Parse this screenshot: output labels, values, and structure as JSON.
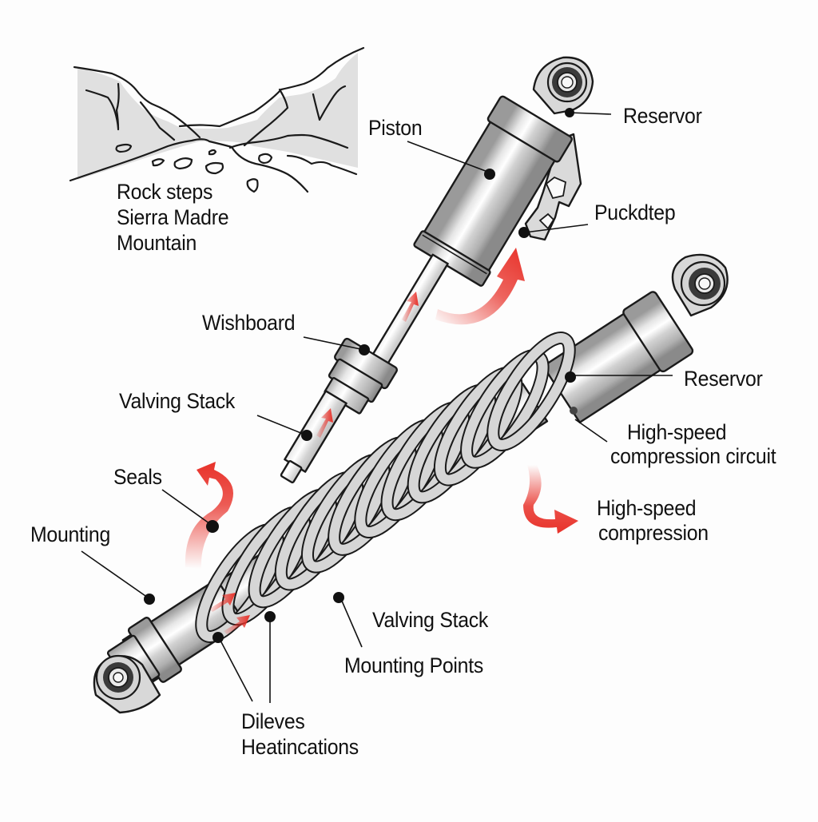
{
  "diagram": {
    "subject": "Coilover shock absorber components",
    "colors": {
      "flow_arrow": "#e8322a",
      "metal_light": "#f2f2f2",
      "metal_mid": "#c9c9c9",
      "metal_dark": "#8f8f8f",
      "terrain_fill": "#e0e0e0",
      "outline": "#1a1a1a"
    },
    "terrain_inset": {
      "caption_lines": [
        "Rock steps",
        "Sierra Madre",
        "Mountain"
      ]
    },
    "labels": {
      "piston": "Piston",
      "reservor_top": "Reservor",
      "puckdtep": "Puckdtep",
      "wishboard": "Wishboard",
      "valving_stack_upper": "Valving Stack",
      "reservor_lower": "Reservor",
      "hs_circuit_line1": "High-speed",
      "hs_circuit_line2": "compression circuit",
      "hs_compression_line1": "High-speed",
      "hs_compression_line2": "compression",
      "seals": "Seals",
      "mounting": "Mounting",
      "valving_stack_lower": "Valving Stack",
      "mounting_points": "Mounting Points",
      "dileves_line1": "Dileves",
      "dileves_line2": "Heatincations"
    },
    "icons": {
      "flow_arrow": "red-curved-arrow",
      "leader_dot": "black-dot"
    }
  }
}
